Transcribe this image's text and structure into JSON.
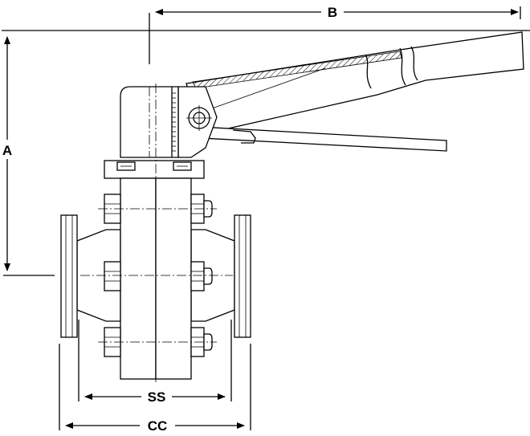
{
  "diagram": {
    "labels": {
      "a": "A",
      "b": "B",
      "ss": "SS",
      "cc": "CC"
    }
  }
}
